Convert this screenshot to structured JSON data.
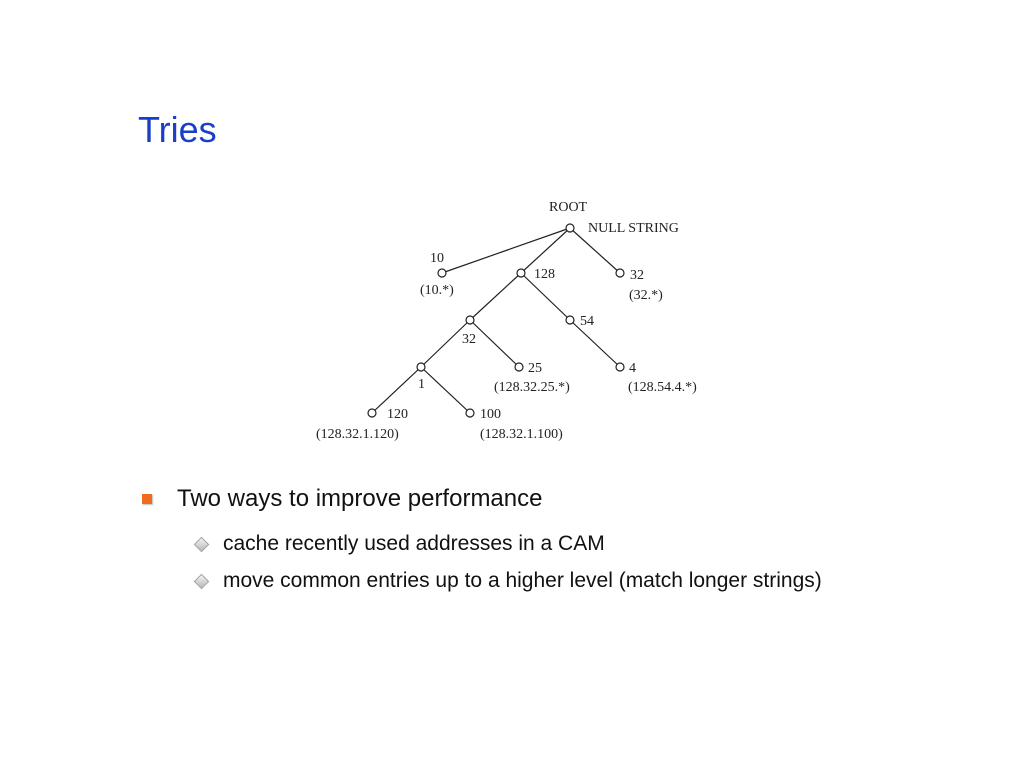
{
  "slide": {
    "title": "Tries"
  },
  "diagram": {
    "root_label": "ROOT",
    "root_sublabel": "NULL STRING",
    "nodes": {
      "n10": {
        "label": "10",
        "prefix": "(10.*)"
      },
      "n128": {
        "label": "128"
      },
      "n32a": {
        "label": "32",
        "prefix": "(32.*)"
      },
      "n32b": {
        "label": "32"
      },
      "n54": {
        "label": "54"
      },
      "n1": {
        "label": "1"
      },
      "n25": {
        "label": "25",
        "prefix": "(128.32.25.*)"
      },
      "n4": {
        "label": "4",
        "prefix": "(128.54.4.*)"
      },
      "n120": {
        "label": "120",
        "prefix": "(128.32.1.120)"
      },
      "n100": {
        "label": "100",
        "prefix": "(128.32.1.100)"
      }
    }
  },
  "bullets": {
    "main": "Two ways to improve performance",
    "sub": [
      "cache recently used addresses in a CAM",
      "move common entries up to a higher level (match longer strings)"
    ]
  },
  "colors": {
    "title": "#1a3ec9",
    "bullet_square": "#f26b1d"
  }
}
